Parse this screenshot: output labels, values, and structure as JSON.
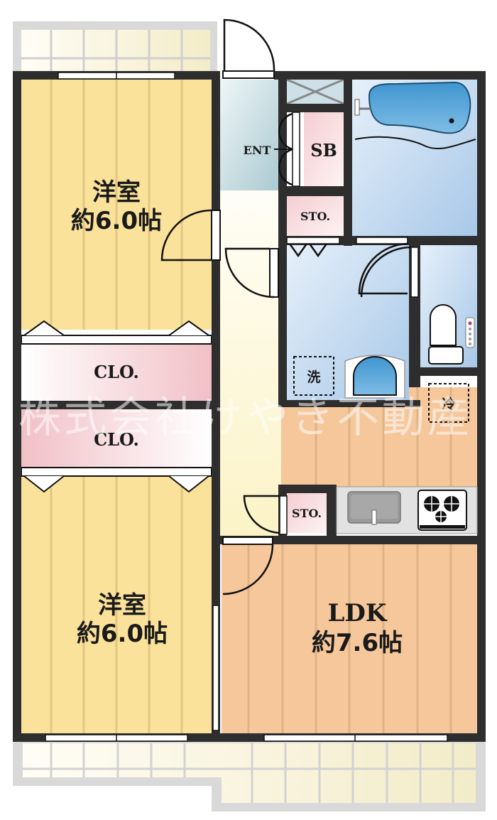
{
  "plan": {
    "rooms": {
      "western_room_1": {
        "name": "洋室",
        "size": "約6.0帖"
      },
      "western_room_2": {
        "name": "洋室",
        "size": "約6.0帖"
      },
      "ldk": {
        "name": "LDK",
        "size": "約7.6帖"
      },
      "closet_1": {
        "label": "CLO."
      },
      "closet_2": {
        "label": "CLO."
      },
      "entrance": {
        "label": "ENT"
      },
      "shoe_box": {
        "label": "SB"
      },
      "storage_1": {
        "label": "STO."
      },
      "storage_2": {
        "label": "STO."
      },
      "washer_space": {
        "label": "洗"
      },
      "fridge_space": {
        "label": "冷"
      }
    },
    "watermark": "株式会社けやき不動産",
    "colors": {
      "western_room": "#fbe29a",
      "ldk": "#f6c79b",
      "closet": "#f3c9cc",
      "wet_area": "#c3dbf1",
      "entrance": "#c9dfe4",
      "hallway": "#fdf8e0",
      "balcony": "#f6f2de",
      "wall": "#2e2e2e"
    }
  }
}
